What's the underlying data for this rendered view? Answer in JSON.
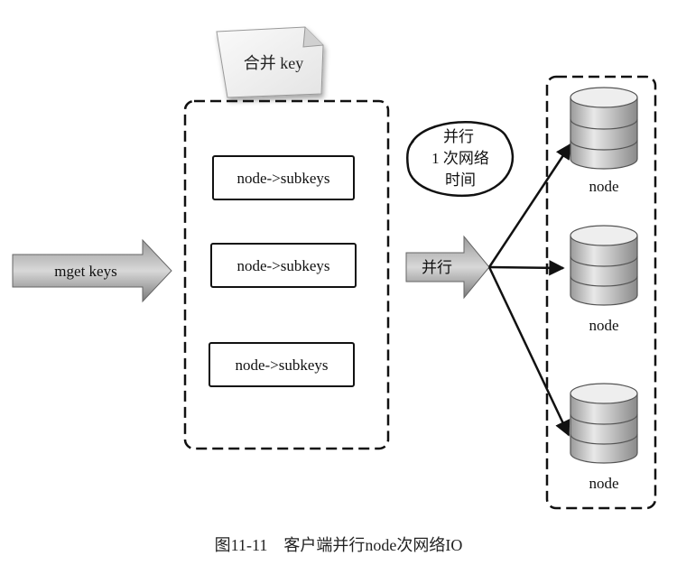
{
  "merge_label": "合并 key",
  "input_arrow_label": "mget keys",
  "subkey_boxes": [
    "node->subkeys",
    "node->subkeys",
    "node->subkeys"
  ],
  "parallel_note": [
    "并行",
    "1 次网络",
    "时间"
  ],
  "parallel_arrow_label": "并行",
  "nodes": [
    "node",
    "node",
    "node"
  ],
  "caption": {
    "number": "图11-11",
    "text": "客户端并行node次网络IO"
  },
  "colors": {
    "ink": "#111111",
    "arrow_dark": "#6a6a6a",
    "arrow_light": "#c9c9c9",
    "db_fill": "#d9d9d9"
  }
}
